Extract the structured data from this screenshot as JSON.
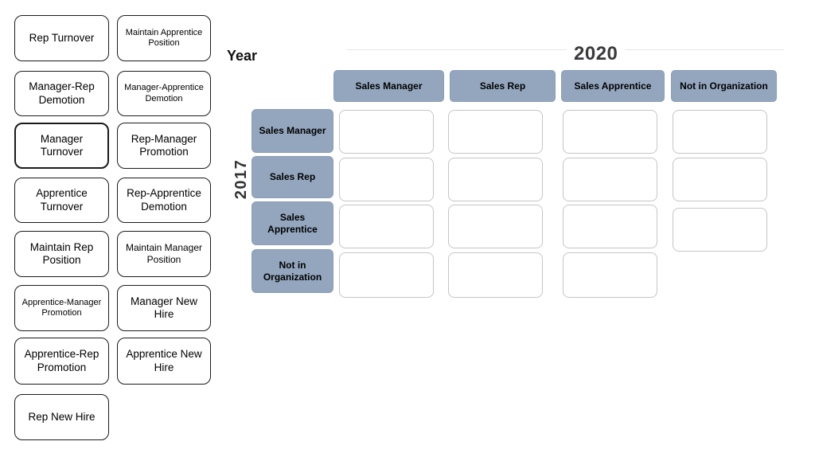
{
  "palette": {
    "header_fill": "#93a6be",
    "header_edge": "#8a9db6",
    "cell_border": "#c5c5c5",
    "card_border": "#1b1b1b",
    "divider": "#e7e7e7",
    "year_text": "#3a3a3c",
    "text": "#000000",
    "background": "#ffffff"
  },
  "bank": {
    "col1": [
      "Rep Turnover",
      "Manager-Rep Demotion",
      "Manager Turnover",
      "Apprentice Turnover",
      "Maintain Rep Position",
      "Apprentice-Manager Promotion",
      "Apprentice-Rep Promotion",
      "Rep New Hire"
    ],
    "col2": [
      "Maintain Apprentice Position",
      "Manager-Apprentice Demotion",
      "Rep-Manager Promotion",
      "Rep-Apprentice Demotion",
      "Maintain Manager Position",
      "Manager New Hire",
      "Apprentice New Hire"
    ]
  },
  "matrix": {
    "axis_label": "Year",
    "column_year": "2020",
    "row_year": "2017",
    "column_headers": [
      "Sales Manager",
      "Sales Rep",
      "Sales Apprentice",
      "Not in Organization"
    ],
    "row_headers": [
      "Sales Manager",
      "Sales Rep",
      "Sales Apprentice",
      "Not in Organization"
    ]
  }
}
